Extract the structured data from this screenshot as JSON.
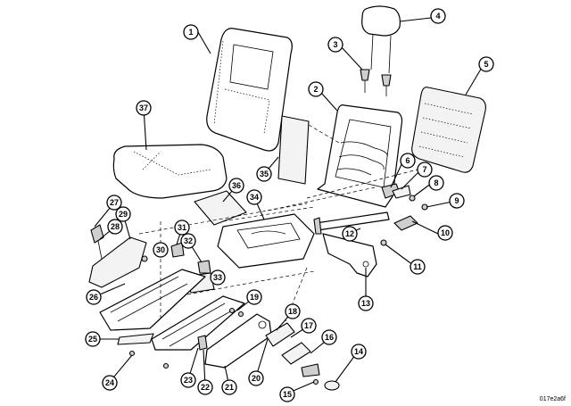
{
  "figure_id": "017e2a6f",
  "callouts": [
    {
      "label": "1"
    },
    {
      "label": "2"
    },
    {
      "label": "3"
    },
    {
      "label": "4"
    },
    {
      "label": "5"
    },
    {
      "label": "6"
    },
    {
      "label": "7"
    },
    {
      "label": "8"
    },
    {
      "label": "9"
    },
    {
      "label": "10"
    },
    {
      "label": "11"
    },
    {
      "label": "12"
    },
    {
      "label": "13"
    },
    {
      "label": "14"
    },
    {
      "label": "15"
    },
    {
      "label": "16"
    },
    {
      "label": "17"
    },
    {
      "label": "18"
    },
    {
      "label": "19"
    },
    {
      "label": "20"
    },
    {
      "label": "21"
    },
    {
      "label": "22"
    },
    {
      "label": "23"
    },
    {
      "label": "24"
    },
    {
      "label": "25"
    },
    {
      "label": "26"
    },
    {
      "label": "27"
    },
    {
      "label": "28"
    },
    {
      "label": "29"
    },
    {
      "label": "30"
    },
    {
      "label": "31"
    },
    {
      "label": "32"
    },
    {
      "label": "33"
    },
    {
      "label": "34"
    },
    {
      "label": "35"
    },
    {
      "label": "36"
    },
    {
      "label": "37"
    }
  ]
}
